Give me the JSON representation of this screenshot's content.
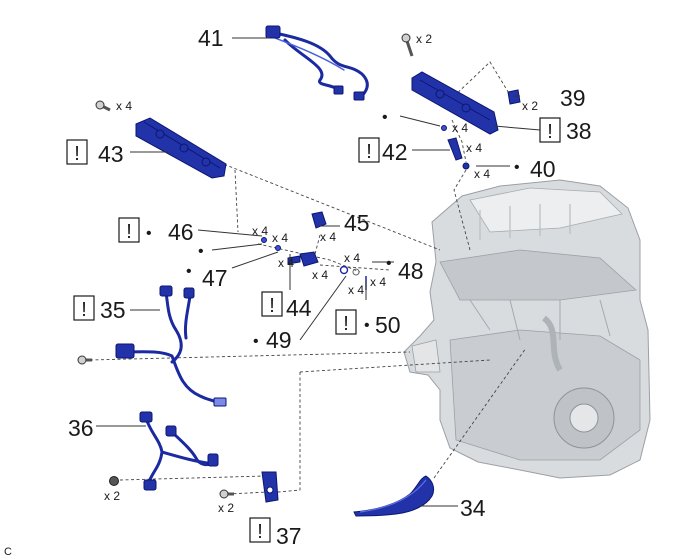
{
  "figure_code": "C",
  "labels": {
    "p34": "34",
    "p35": "35",
    "p36": "36",
    "p37": "37",
    "p38": "38",
    "p39": "39",
    "p40": "40",
    "p41": "41",
    "p42": "42",
    "p43": "43",
    "p44": "44",
    "p45": "45",
    "p46": "46",
    "p47": "47",
    "p48": "48",
    "p49": "49",
    "p50": "50"
  },
  "quantities": {
    "bolt_top": "x 2",
    "p39": "x 2",
    "p42_upper": "x 4",
    "p42_lower": "x 4",
    "p40": "x 4",
    "p43_bolt": "x 4",
    "p46": "x 4",
    "p47": "x 4",
    "p45": "x 4",
    "p44_left": "x 4",
    "p44_right": "x 4",
    "p48": "x 4",
    "p49": "x 4",
    "p50": "x 4",
    "p36": "x 2",
    "p37": "x 2"
  },
  "symbols": {
    "caution": "!",
    "bullet": "•"
  },
  "colors": {
    "part_blue": "#2233aa",
    "engine_gray": "#cfd3d7"
  },
  "icons": [
    "caution-box-icon",
    "bolt-icon",
    "bullet-icon"
  ]
}
